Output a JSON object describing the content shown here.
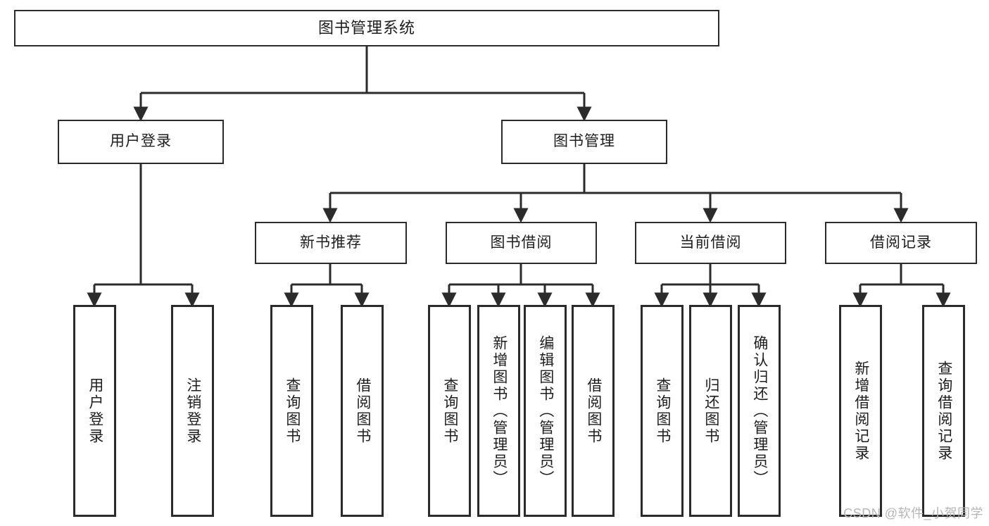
{
  "diagram": {
    "type": "tree",
    "title": "图书管理系统",
    "root": {
      "label": "图书管理系统"
    },
    "level2": [
      {
        "label": "用户登录"
      },
      {
        "label": "图书管理"
      }
    ],
    "level3": [
      {
        "label": "新书推荐"
      },
      {
        "label": "图书借阅"
      },
      {
        "label": "当前借阅"
      },
      {
        "label": "借阅记录"
      }
    ],
    "leaves": {
      "user_login": [
        {
          "label": "用户登录"
        },
        {
          "label": "注销登录"
        }
      ],
      "new_book_recommend": [
        {
          "label": "查询图书"
        },
        {
          "label": "借阅图书"
        }
      ],
      "book_borrow": [
        {
          "label": "查询图书"
        },
        {
          "label": "新增图书（管理员）"
        },
        {
          "label": "编辑图书（管理员）"
        },
        {
          "label": "借阅图书"
        }
      ],
      "current_borrow": [
        {
          "label": "查询图书"
        },
        {
          "label": "归还图书"
        },
        {
          "label": "确认归还（管理员）"
        }
      ],
      "borrow_records": [
        {
          "label": "新增借阅记录"
        },
        {
          "label": "查询借阅记录"
        }
      ]
    }
  },
  "watermark": {
    "text": "CSDN @软件_小贺同学"
  },
  "colors": {
    "box_border": "#2b2b2b",
    "box_fill": "#ffffff",
    "connector": "#2b2b2b",
    "text": "#1d1d1d",
    "watermark": "#b6b6b6"
  }
}
